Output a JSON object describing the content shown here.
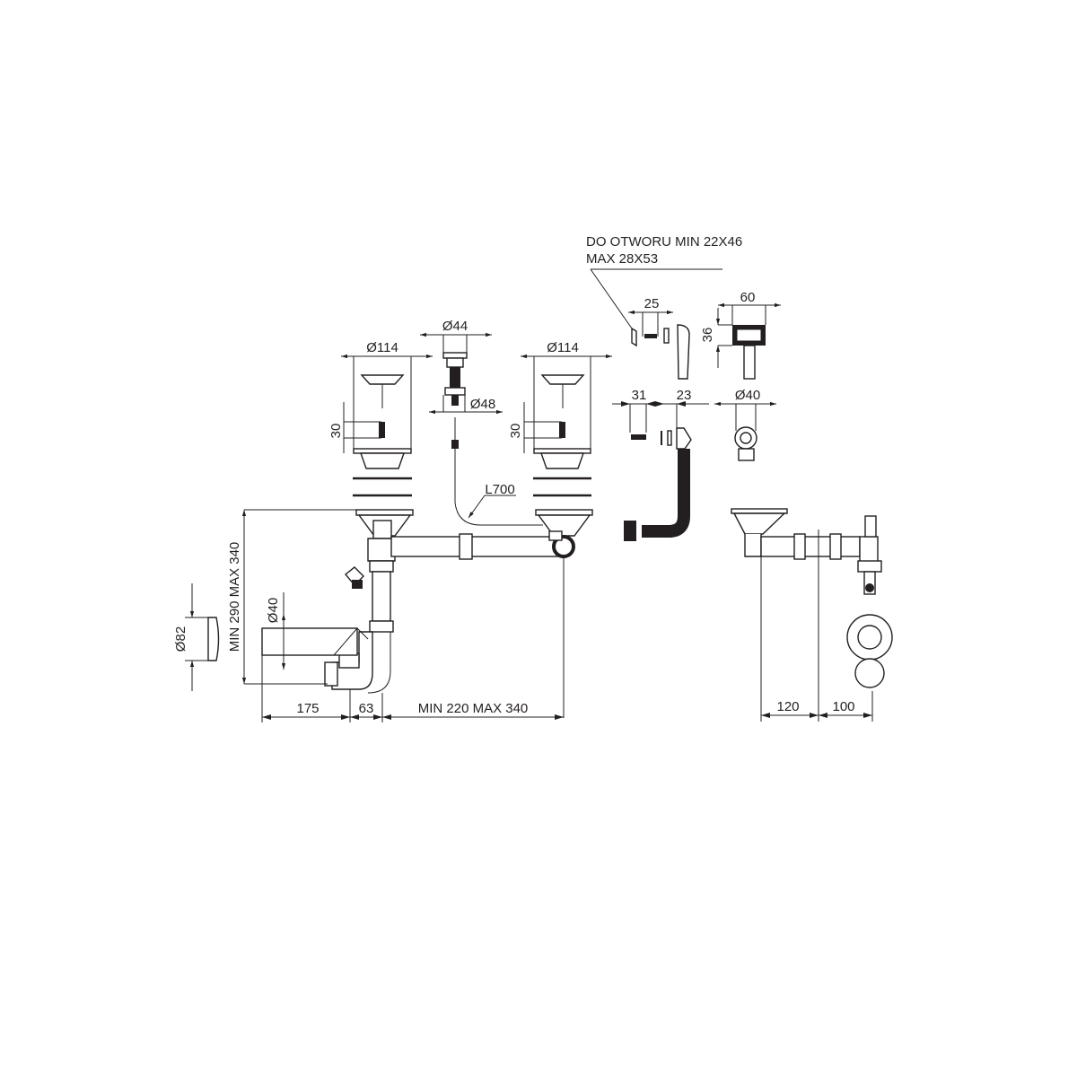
{
  "drawing": {
    "note_line1": "DO OTWORU MIN 22X46",
    "note_line2": "MAX 28X53",
    "dims": {
      "basket_left_dia": "Ø114",
      "basket_right_dia": "Ø114",
      "basket_left_depth": "30",
      "basket_right_depth": "30",
      "popup_top_dia": "Ø44",
      "popup_bottom_dia": "Ø48",
      "cable_length": "L700",
      "overflow_25": "25",
      "overflow_60": "60",
      "overflow_36": "36",
      "overflow_31": "31",
      "overflow_23": "23",
      "overflow_dia40": "Ø40",
      "height_range": "MIN 290 MAX 340",
      "outlet_dia40": "Ø40",
      "cap_dia82": "Ø82",
      "len_175": "175",
      "len_63": "63",
      "spacing_range": "MIN 220 MAX 340",
      "side_120": "120",
      "side_100": "100"
    }
  }
}
